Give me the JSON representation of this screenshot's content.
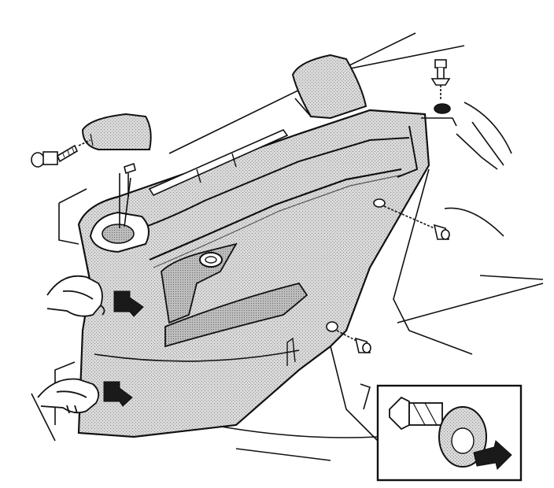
{
  "diagram": {
    "colors": {
      "line": "#111111",
      "panel_fill": "#d6d6d6",
      "panel_dark": "#9a9a9a",
      "arrow_fill": "#1a1a1a",
      "background": "#ffffff"
    },
    "parts": [
      {
        "id": "quarter-trim-panel",
        "icon": "trim-panel"
      },
      {
        "id": "upper-trim-cap",
        "icon": "trim-cap"
      },
      {
        "id": "cap-fastener",
        "icon": "screw"
      },
      {
        "id": "top-right-fastener",
        "icon": "screw"
      },
      {
        "id": "mid-right-clip",
        "icon": "clip"
      },
      {
        "id": "lower-right-clip",
        "icon": "clip"
      },
      {
        "id": "left-bolt",
        "icon": "bolt"
      },
      {
        "id": "speaker-opening",
        "icon": "opening"
      },
      {
        "id": "upper-hand",
        "icon": "hand"
      },
      {
        "id": "lower-hand",
        "icon": "hand"
      },
      {
        "id": "upper-pull-arrow",
        "icon": "arrow"
      },
      {
        "id": "lower-pull-arrow",
        "icon": "arrow"
      },
      {
        "id": "clip-detail-inset",
        "icon": "clip-detail"
      }
    ]
  }
}
